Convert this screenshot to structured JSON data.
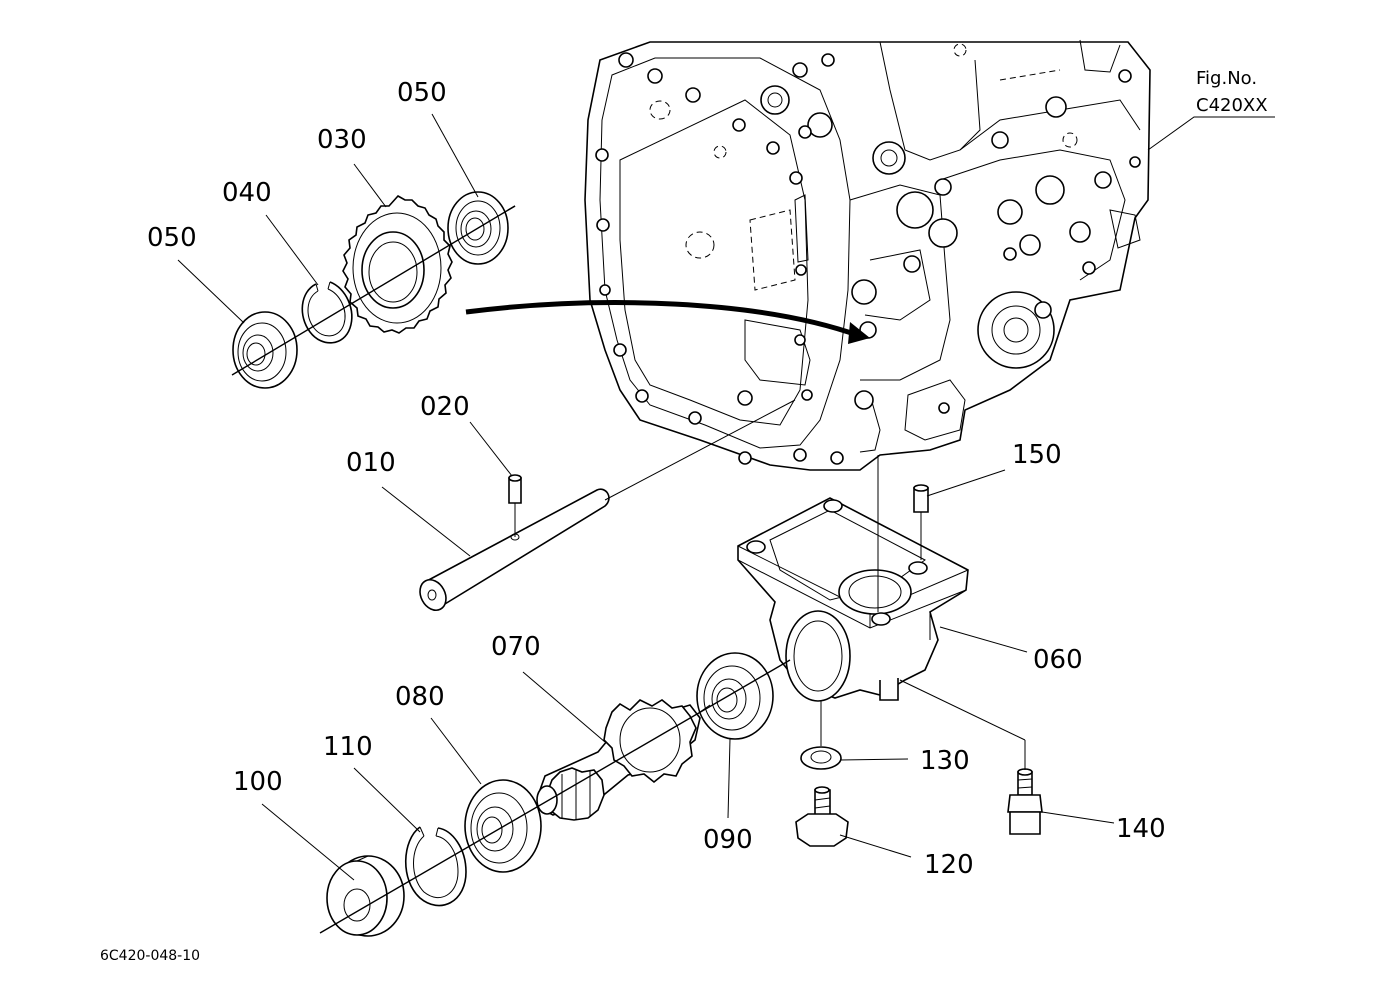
{
  "figure": {
    "fig_no_label": "Fig.No.",
    "fig_no_value": "C420XX",
    "drawing_code": "6C420-048-10"
  },
  "callouts": [
    {
      "id": "010",
      "label": "010"
    },
    {
      "id": "020",
      "label": "020"
    },
    {
      "id": "030",
      "label": "030"
    },
    {
      "id": "040",
      "label": "040"
    },
    {
      "id": "050a",
      "label": "050"
    },
    {
      "id": "050b",
      "label": "050"
    },
    {
      "id": "060",
      "label": "060"
    },
    {
      "id": "070",
      "label": "070"
    },
    {
      "id": "080",
      "label": "080"
    },
    {
      "id": "090",
      "label": "090"
    },
    {
      "id": "100",
      "label": "100"
    },
    {
      "id": "110",
      "label": "110"
    },
    {
      "id": "120",
      "label": "120"
    },
    {
      "id": "130",
      "label": "130"
    },
    {
      "id": "140",
      "label": "140"
    },
    {
      "id": "150",
      "label": "150"
    }
  ]
}
